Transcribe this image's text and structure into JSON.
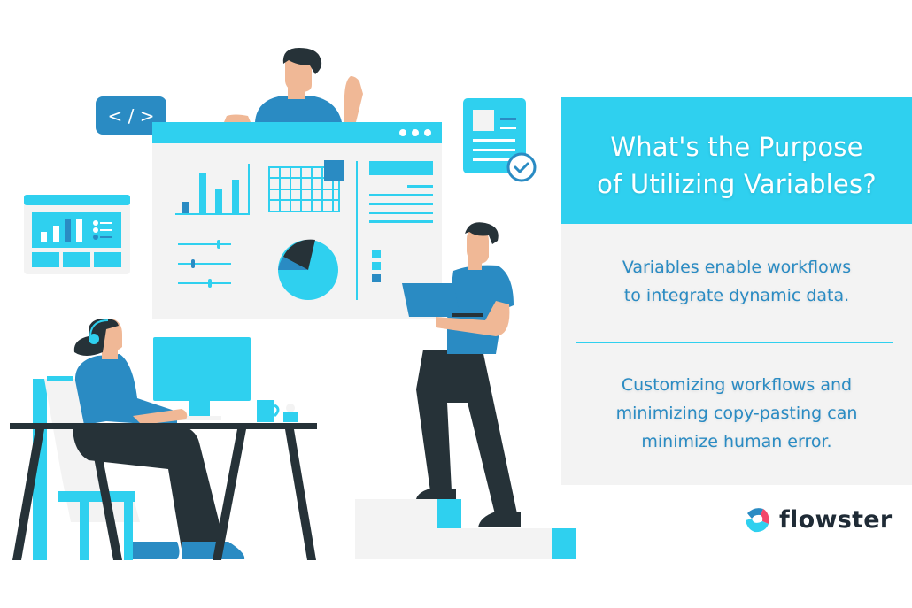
{
  "heading": {
    "line1": "What's the Purpose",
    "line2": "of Utilizing Variables?"
  },
  "points": [
    {
      "line1": "Variables enable workflows",
      "line2": "to integrate dynamic data."
    },
    {
      "line1": "Customizing workflows and",
      "line2": "minimizing copy-pasting can",
      "line3": "minimize human error."
    }
  ],
  "brand": {
    "name": "flowster"
  },
  "illustration": {
    "code_badge": "</>",
    "icons": [
      "code-icon",
      "dashboard-window",
      "document-check-icon",
      "bar-chart",
      "calendar-grid",
      "pie-chart",
      "slider-controls",
      "browser-dots"
    ]
  },
  "colors": {
    "cyan": "#2fd0ef",
    "blue": "#2a8bc3",
    "dark": "#263238",
    "panel_gray": "#f3f3f3",
    "skin": "#f0b896",
    "logo_red": "#f2476a"
  }
}
